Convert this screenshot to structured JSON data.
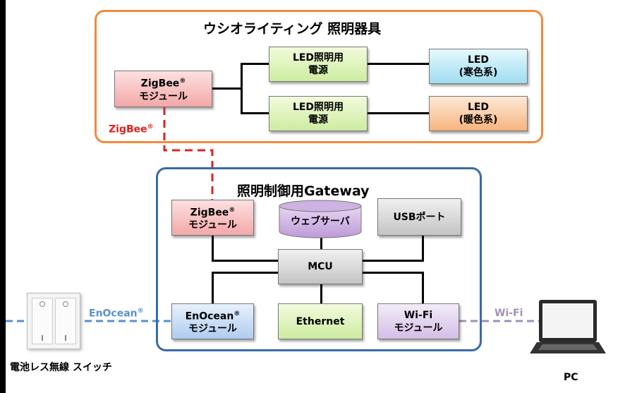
{
  "fixture": {
    "title": "ウシオライティング  照明器具",
    "zigbee_module": {
      "name": "ZigBee",
      "mark": "®",
      "sub": "モジュール"
    },
    "led_power_1": {
      "line1": "LED照明用",
      "line2": "電源"
    },
    "led_power_2": {
      "line1": "LED照明用",
      "line2": "電源"
    },
    "led_1": {
      "line1": "LED",
      "line2": "(寒色系)"
    },
    "led_2": {
      "line1": "LED",
      "line2": "(暖色系)"
    }
  },
  "gateway": {
    "title": "照明制御用Gateway",
    "zigbee_module": {
      "name": "ZigBee",
      "mark": "®",
      "sub": "モジュール"
    },
    "web_server": "ウェブサーバ",
    "usb_port": "USBポート",
    "mcu": "MCU",
    "enocean_module": {
      "name": "EnOcean",
      "mark": "®",
      "sub": "モジュール"
    },
    "ethernet": "Ethernet",
    "wifi_module": {
      "name": "Wi-Fi",
      "sub": "モジュール"
    }
  },
  "links": {
    "zigbee": {
      "label": "ZigBee",
      "mark": "®",
      "color": "#e02020"
    },
    "enocean": {
      "label": "EnOcean",
      "mark": "®",
      "color": "#5b8fd0"
    },
    "wifi": {
      "label": "Wi-Fi",
      "color": "#a090b8"
    }
  },
  "switch_caption": "電池レス無線 スイッチ",
  "pc_caption": "PC",
  "colors": {
    "fixture_border": "#f08a3c",
    "gateway_border": "#3a6aa8"
  }
}
